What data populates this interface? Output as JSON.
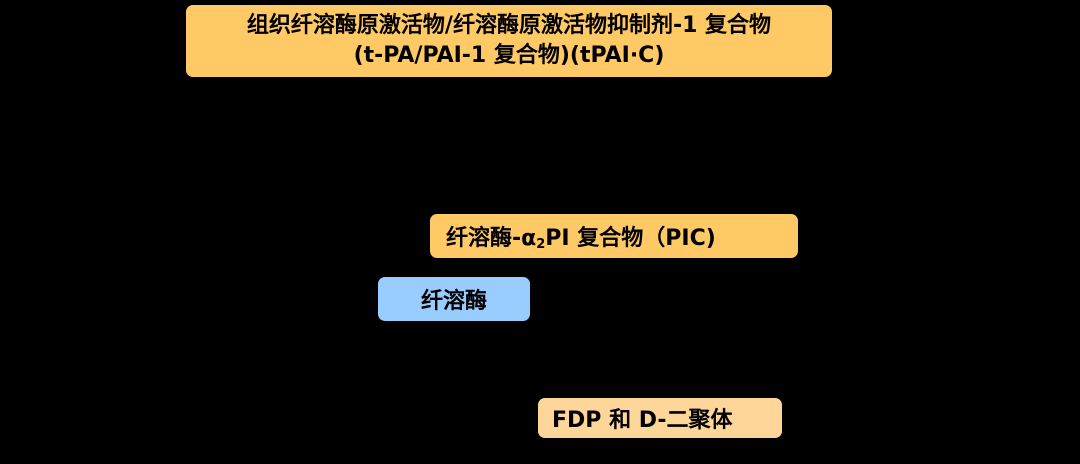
{
  "diagram": {
    "background": "#000000",
    "nodes": [
      {
        "id": "tpa-pai1-complex",
        "line1": "组织纤溶酶原激活物/纤溶酶原激活物抑制剂-1 复合物",
        "line2": "(t-PA/PAI-1 复合物)(tPAI·C)",
        "fill": "#FFC966"
      },
      {
        "id": "plasmin-a2pi-complex",
        "prefix": "纤溶酶-α",
        "subscript": "2",
        "suffix": "PI 复合物（PIC)",
        "fill": "#FFC966"
      },
      {
        "id": "plasmin",
        "label": "纤溶酶",
        "fill": "#99CCFF"
      },
      {
        "id": "fdp-d-dimer",
        "label": "FDP 和 D-二聚体",
        "fill": "#FFD699"
      }
    ]
  }
}
